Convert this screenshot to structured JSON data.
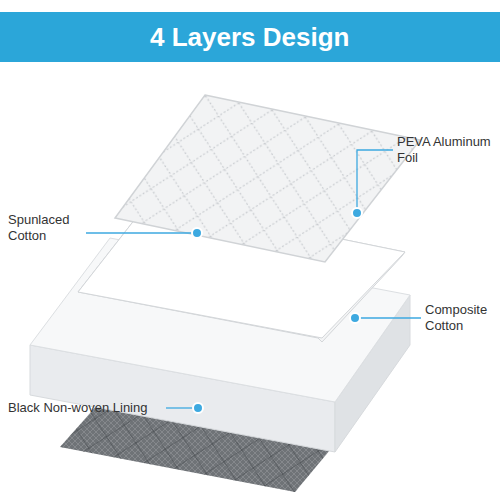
{
  "diagram": {
    "title": "4 Layers Design",
    "labels": [
      "PEVA Aluminum Foil",
      "Spunlaced Cotton",
      "Composite Cotton",
      "Black Non-woven Lining"
    ]
  }
}
